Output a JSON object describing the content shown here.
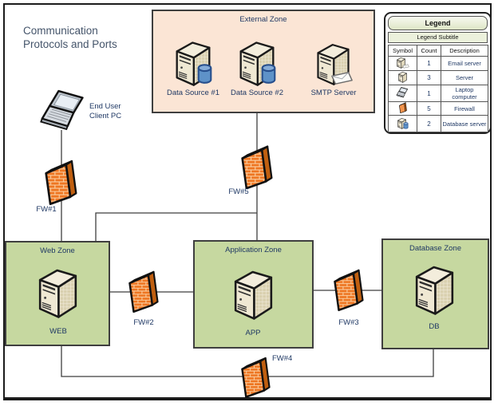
{
  "title": "Communication Protocols and Ports",
  "zones": {
    "external": {
      "label": "External Zone"
    },
    "web": {
      "label": "Web Zone",
      "server_label": "WEB"
    },
    "app": {
      "label": "Application Zone",
      "server_label": "APP"
    },
    "db": {
      "label": "Database Zone",
      "server_label": "DB"
    }
  },
  "external_nodes": {
    "data_source_1": "Data Source #1",
    "data_source_2": "Data Source #2",
    "smtp_server": "SMTP Server"
  },
  "client_pc": {
    "line1": "End User",
    "line2": "Client PC"
  },
  "firewalls": {
    "fw1": "FW#1",
    "fw2": "FW#2",
    "fw3": "FW#3",
    "fw4": "FW#4",
    "fw5": "FW#5"
  },
  "legend": {
    "title": "Legend",
    "subtitle": "Legend Subtitle",
    "columns": {
      "symbol": "Symbol",
      "count": "Count",
      "description": "Description"
    },
    "rows": [
      {
        "icon": "email-server",
        "count": "1",
        "description": "Email server"
      },
      {
        "icon": "server",
        "count": "3",
        "description": "Server"
      },
      {
        "icon": "laptop-computer",
        "count": "1",
        "description": "Laptop computer"
      },
      {
        "icon": "firewall",
        "count": "5",
        "description": "Firewall"
      },
      {
        "icon": "database-server",
        "count": "2",
        "description": "Database server"
      }
    ]
  },
  "colors": {
    "zone_green": "#C6D8A0",
    "zone_peach": "#FBE5D5",
    "label_navy": "#1F3864",
    "title_slate": "#44546A",
    "firewall_orange": "#EE7622",
    "connector_gray": "#3F3F3F"
  }
}
